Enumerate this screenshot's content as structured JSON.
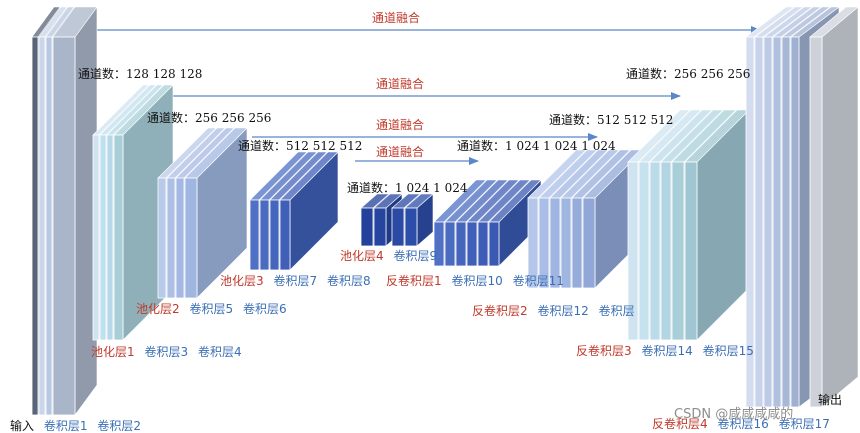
{
  "fusion": [
    {
      "label": "通道融合"
    },
    {
      "label": "通道融合"
    },
    {
      "label": "通道融合"
    },
    {
      "label": "通道融合"
    }
  ],
  "channels": [
    {
      "label": "通道数：128  128  128"
    },
    {
      "label": "通道数：256  256  256"
    },
    {
      "label": "通道数：512  512  512"
    },
    {
      "label": "通道数：1 024  1 024"
    },
    {
      "label": "通道数：1 024  1 024  1 024"
    },
    {
      "label": "通道数：512  512  512"
    },
    {
      "label": "通道数：256  256  256"
    }
  ],
  "captions": [
    {
      "parts": [
        {
          "text": "输入",
          "color": "black"
        },
        {
          "text": "卷积层1",
          "color": "blue"
        },
        {
          "text": "卷积层2",
          "color": "blue"
        }
      ]
    },
    {
      "parts": [
        {
          "text": "池化层1",
          "color": "red"
        },
        {
          "text": "卷积层3",
          "color": "blue"
        },
        {
          "text": "卷积层4",
          "color": "blue"
        }
      ]
    },
    {
      "parts": [
        {
          "text": "池化层2",
          "color": "red"
        },
        {
          "text": "卷积层5",
          "color": "blue"
        },
        {
          "text": "卷积层6",
          "color": "blue"
        }
      ]
    },
    {
      "parts": [
        {
          "text": "池化层3",
          "color": "red"
        },
        {
          "text": "卷积层7",
          "color": "blue"
        },
        {
          "text": "卷积层8",
          "color": "blue"
        }
      ]
    },
    {
      "parts": [
        {
          "text": "池化层4",
          "color": "red"
        },
        {
          "text": "卷积层9",
          "color": "blue"
        }
      ]
    },
    {
      "parts": [
        {
          "text": "反卷积层1",
          "color": "red"
        },
        {
          "text": "卷积层10",
          "color": "blue"
        },
        {
          "text": "卷积层11",
          "color": "blue"
        }
      ]
    },
    {
      "parts": [
        {
          "text": "反卷积层2",
          "color": "red"
        },
        {
          "text": "卷积层12",
          "color": "blue"
        },
        {
          "text": "卷积层",
          "color": "blue"
        }
      ]
    },
    {
      "parts": [
        {
          "text": "反卷积层3",
          "color": "red"
        },
        {
          "text": "卷积层14",
          "color": "blue"
        },
        {
          "text": "卷积层15",
          "color": "blue"
        }
      ]
    },
    {
      "parts": [
        {
          "text": "反卷积层4",
          "color": "red"
        },
        {
          "text": "卷积层16",
          "color": "blue"
        },
        {
          "text": "卷积层17",
          "color": "blue"
        }
      ]
    },
    {
      "parts": [
        {
          "text": "输出",
          "color": "black"
        }
      ]
    }
  ],
  "watermark": "CSDN @咸咸咸咸的",
  "colors": {
    "arrow": "#5b86c8",
    "red_label": "#c0392b",
    "blue_label": "#3b6fb5",
    "block_light": "#cfe3f0",
    "block_mid": "#9fb6e0",
    "block_deep": "#3f5fb8",
    "block_navy": "#23409a",
    "block_teal": "#a8cfd8",
    "input_dark": "#5a6478",
    "output_grey": "#cdd2da"
  }
}
